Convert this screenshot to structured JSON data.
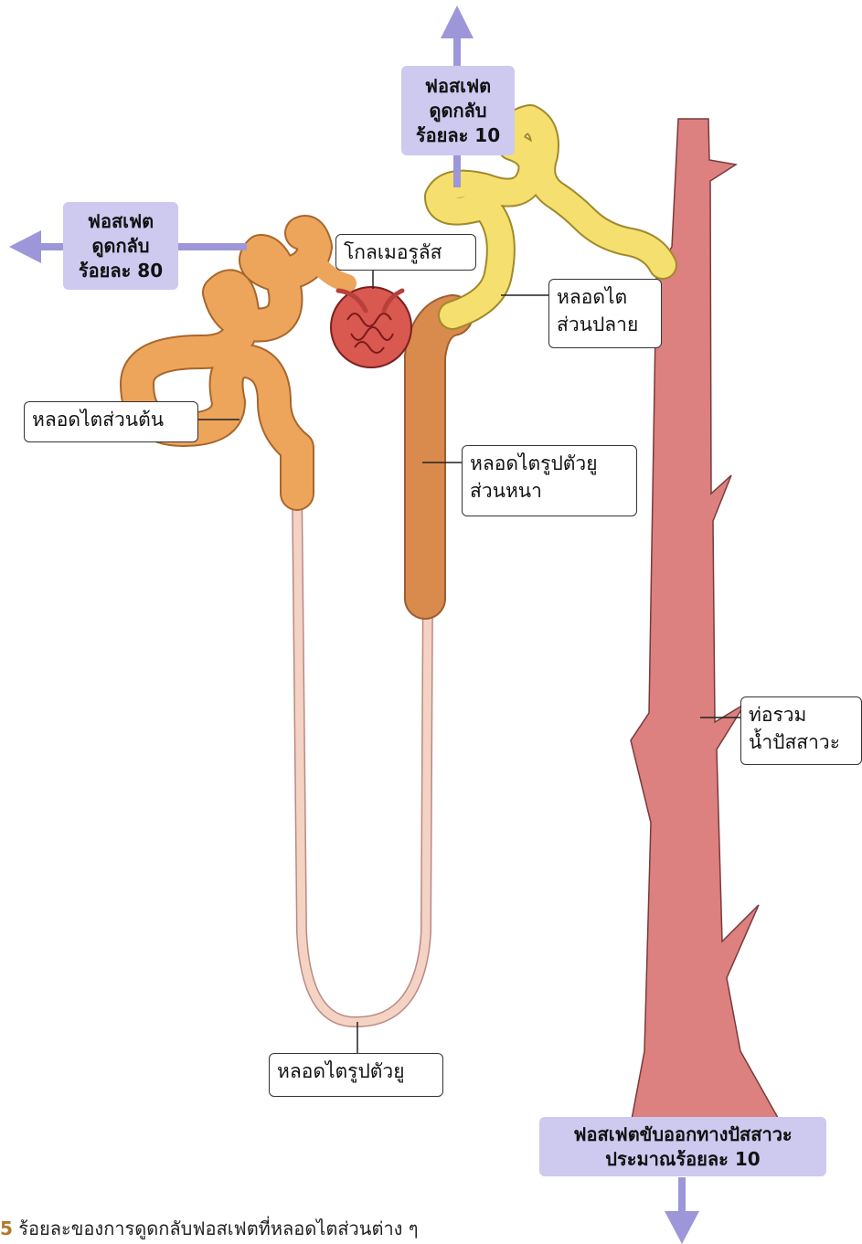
{
  "labels": {
    "glomerulus": "โกลเมอรูลัส",
    "distal_tubule": "หลอดไต\nส่วนปลาย",
    "proximal_tubule": "หลอดไตส่วนต้น",
    "thick_loop": "หลอดไตรูปตัวยู\nส่วนหนา",
    "loop_of_henle": "หลอดไตรูปตัวยู",
    "collecting_duct": "ท่อรวม\nน้ำปัสสาวะ"
  },
  "reabsorption": {
    "proximal": "ฟอสเฟต\nดูดกลับ\nร้อยละ 80",
    "distal": "ฟอสเฟต\nดูดกลับ\nร้อยละ 10",
    "excretion": "ฟอสเฟตขับออกทางปัสสาวะ\nประมาณร้อยละ 10"
  },
  "caption": {
    "fig_number": "5",
    "text": " ร้อยละของการดูดกลับฟอสเฟตที่หลอดไตส่วนต่าง ๆ"
  },
  "colors": {
    "proximal": "#eda55c",
    "distal": "#f5df6e",
    "thick_loop": "#d98a4d",
    "thin_loop": "#f4d2c4",
    "collecting_duct": "#dd8080",
    "glomerulus": "#d9584f",
    "arrow": "#9d96d8",
    "purple_box": "#cdc9ef"
  }
}
